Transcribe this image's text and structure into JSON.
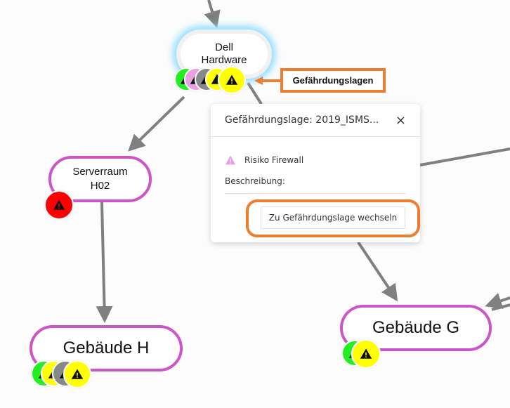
{
  "graph": {
    "nodes": [
      {
        "id": "dell-hardware",
        "label_line1": "Dell",
        "label_line2": "Hardware",
        "selected": true,
        "badges": [
          "#22ee22",
          "#e8a0e0",
          "#888888",
          "#ffff00",
          "#ffff00"
        ]
      },
      {
        "id": "serverraum-h02",
        "label_line1": "Serverraum",
        "label_line2": "H02",
        "selected": false,
        "badges": [
          "#ff0000"
        ]
      },
      {
        "id": "gebaeude-h",
        "label": "Gebäude H",
        "selected": false,
        "badges": [
          "#22ee22",
          "#ffff00",
          "#888888",
          "#ffff00"
        ]
      },
      {
        "id": "gebaeude-g",
        "label": "Gebäude G",
        "selected": false,
        "badges": [
          "#22ee22",
          "#ffff00"
        ]
      }
    ],
    "colors": {
      "node_border": "#cc55c8",
      "edge": "#808080",
      "selection_glow": "#8fdcff",
      "annotation": "#ed7d31"
    }
  },
  "callout": {
    "label": "Gefährdungslagen"
  },
  "popup": {
    "title": "Gefährdungslage: 2019_ISMS...",
    "close_icon": "×",
    "risk_name": "Risiko Firewall",
    "risk_color": "#e8a0e0",
    "description_label": "Beschreibung:",
    "action_button": "Zu Gefährdungslage wechseln"
  }
}
